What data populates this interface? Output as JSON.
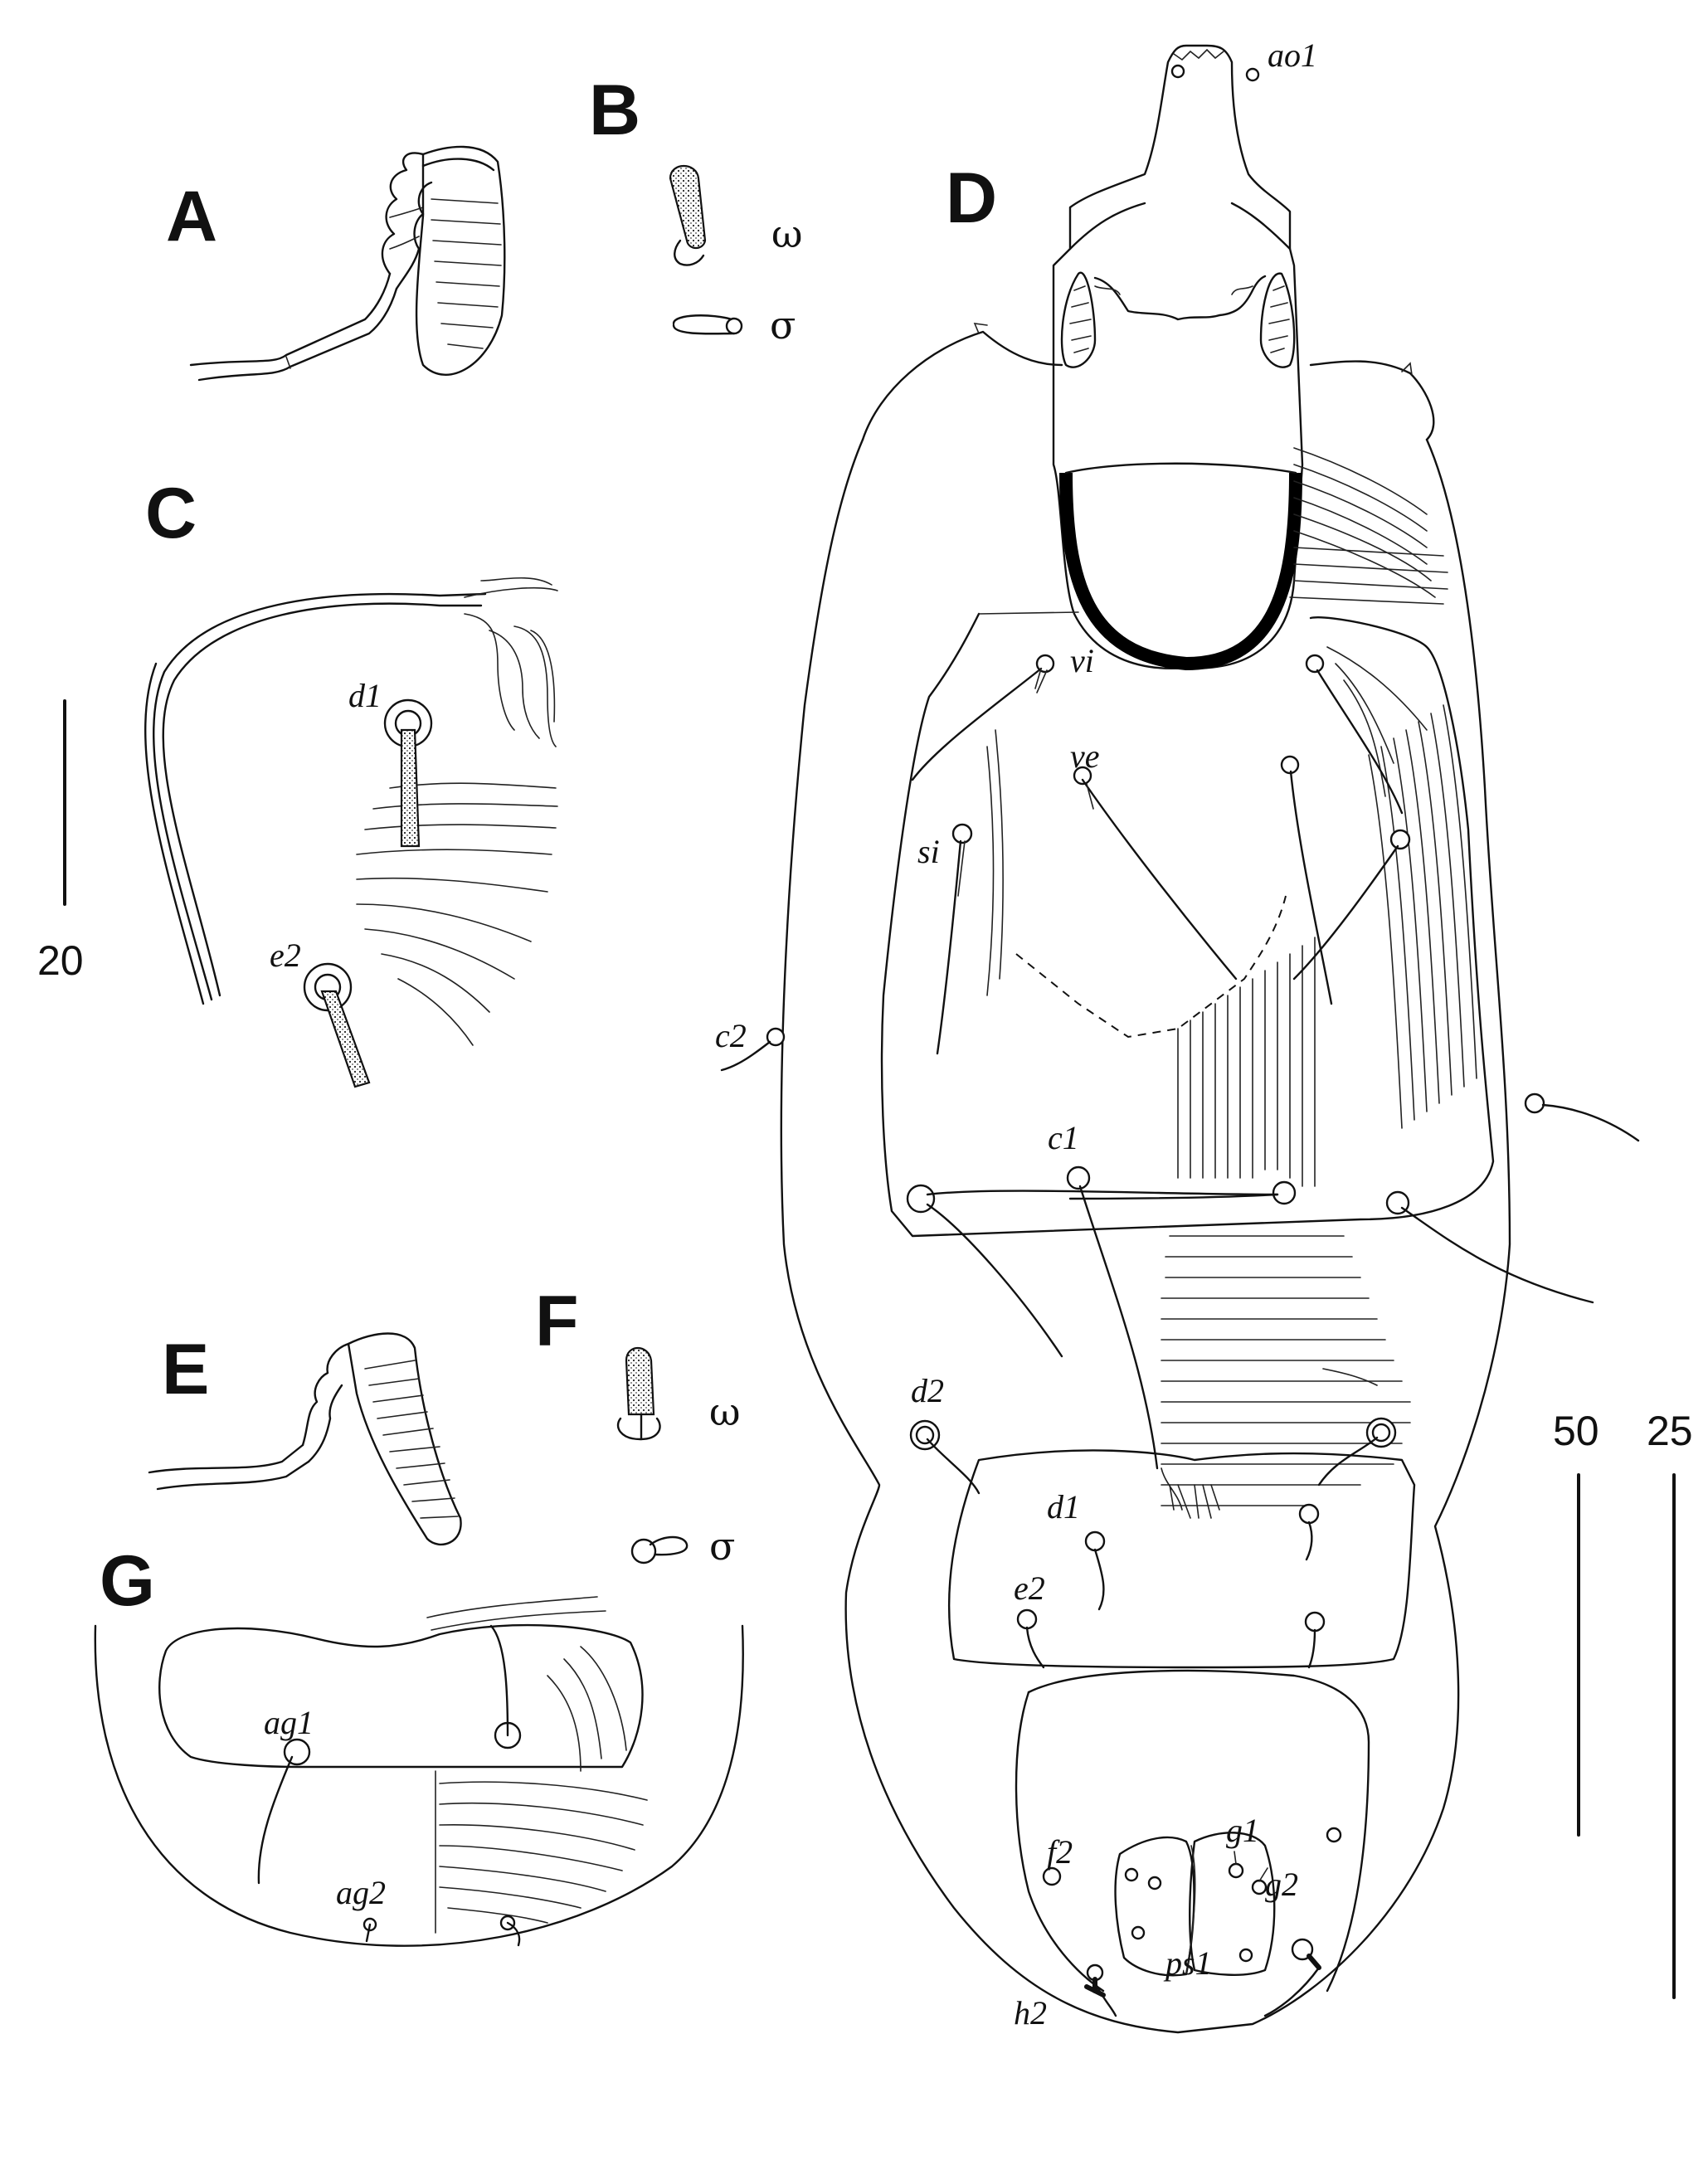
{
  "panels": {
    "A": "A",
    "B": "B",
    "C": "C",
    "D": "D",
    "E": "E",
    "F": "F",
    "G": "G"
  },
  "symbols": {
    "B_omega": "ω",
    "B_sigma": "σ",
    "F_omega": "ω",
    "F_sigma": "σ"
  },
  "labels": {
    "ao1": "ao1",
    "vi": "vi",
    "ve": "ve",
    "si": "si",
    "c1": "c1",
    "c2": "c2",
    "d1_D": "d1",
    "d2": "d2",
    "e2_D": "e2",
    "f2": "f2",
    "g1": "g1",
    "g2": "g2",
    "ps1": "ps1",
    "h2": "h2",
    "d1_C": "d1",
    "e2_C": "e2",
    "ag1": "ag1",
    "ag2": "ag2"
  },
  "scale_bars": {
    "C": "20",
    "D": "50",
    "right": "25"
  }
}
